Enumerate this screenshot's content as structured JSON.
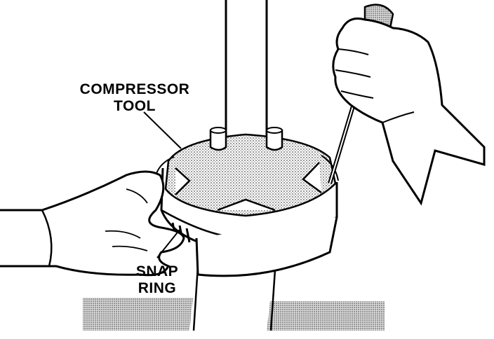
{
  "labels": {
    "compressor_line1": "COMPRESSOR",
    "compressor_line2": "TOOL",
    "snap_line1": "SNAP",
    "snap_line2": "RING"
  },
  "colors": {
    "ink": "#000000",
    "paper": "#ffffff",
    "stipple": "#8a8a8a"
  }
}
